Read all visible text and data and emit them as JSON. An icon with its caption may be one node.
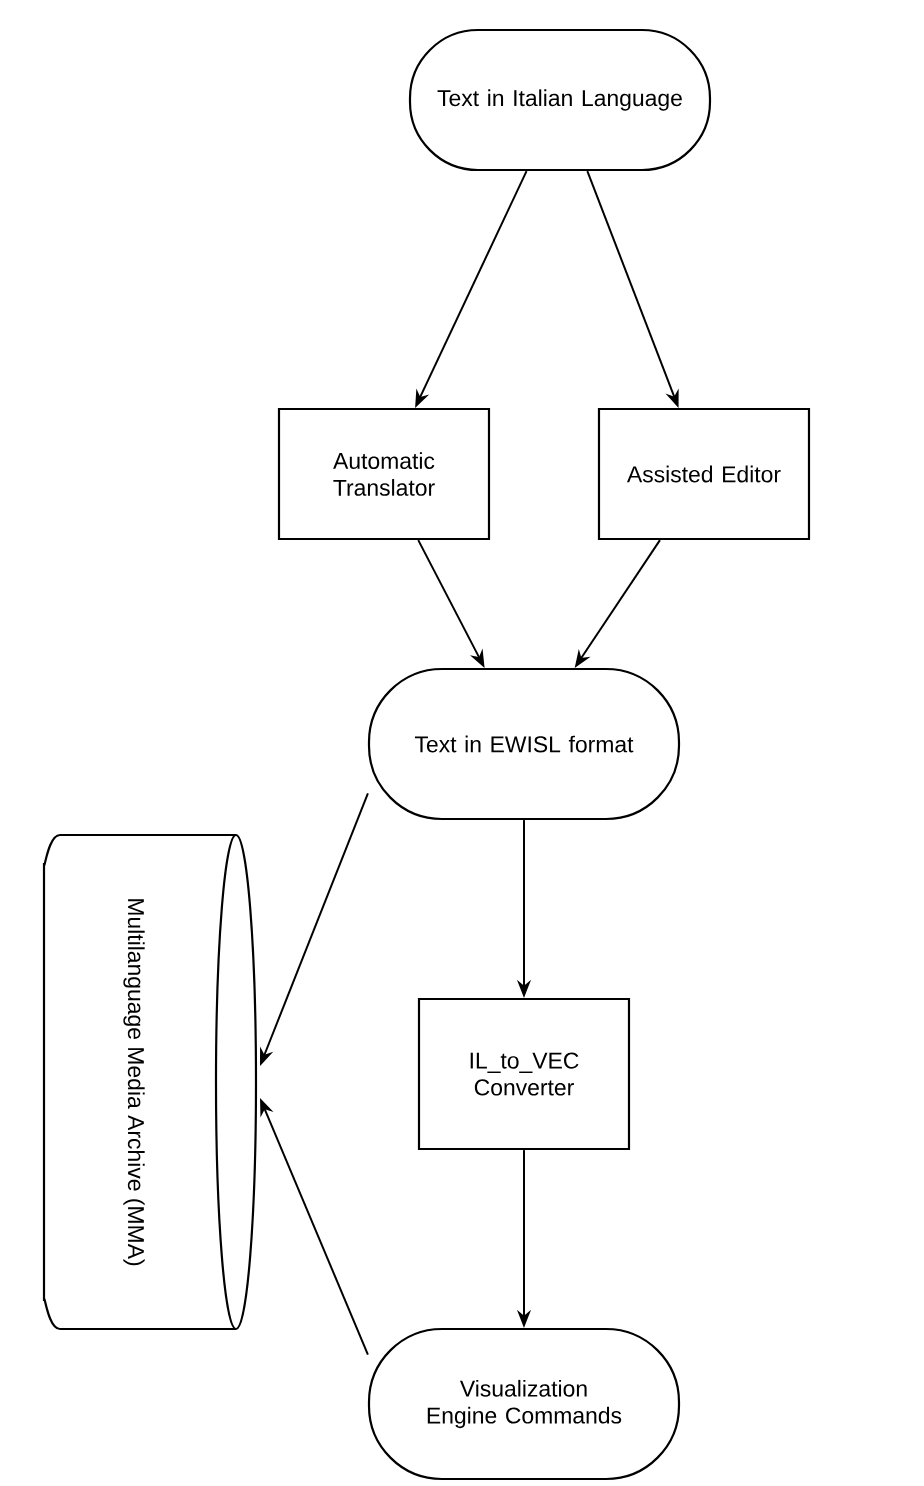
{
  "diagram": {
    "nodes": [
      {
        "text": [
          "Text in Italian Language"
        ]
      },
      {
        "text": [
          "Automatic Translator"
        ]
      },
      {
        "text": [
          "Assisted Editor"
        ]
      },
      {
        "text": [
          "Text in EWISL format"
        ]
      },
      {
        "text": [
          "Multilanguage Media Archive (MMA)"
        ]
      },
      {
        "text": [
          "IL_to_VEC Converter"
        ]
      },
      {
        "text": [
          "Visualization Engine Commands"
        ]
      }
    ],
    "edges": [
      {
        "from": 0,
        "to": 1,
        "arrow": "to"
      },
      {
        "from": 0,
        "to": 2,
        "arrow": "to"
      },
      {
        "from": 1,
        "to": 3,
        "arrow": "to"
      },
      {
        "from": 2,
        "to": 3,
        "arrow": "to"
      },
      {
        "from": 3,
        "to": 5,
        "arrow": "to"
      },
      {
        "from": 5,
        "to": 6,
        "arrow": "to"
      },
      {
        "from": 3,
        "to": 4,
        "arrow": "to"
      },
      {
        "from": 6,
        "to": 4,
        "arrow": "to"
      }
    ]
  }
}
